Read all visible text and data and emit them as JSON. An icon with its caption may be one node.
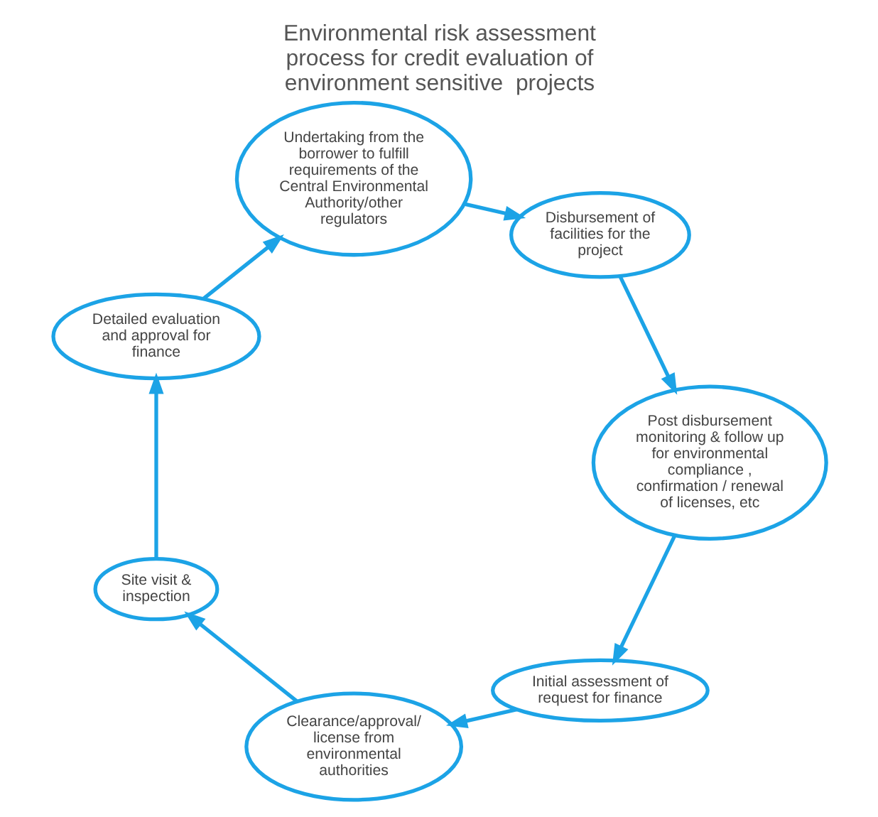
{
  "diagram": {
    "title": "Environmental risk assessment process for credit evaluation of environment sensitive  projects",
    "nodes": [
      {
        "text": [
          "Initial assessment of request for finance"
        ]
      },
      {
        "text": [
          "Clearance/approval/ license from environmental authorities"
        ]
      },
      {
        "text": [
          "Site visit & inspection"
        ]
      },
      {
        "text": [
          "Detailed evaluation and approval for finance"
        ]
      },
      {
        "text": [
          "Undertaking from the borrower to fulfill requirements of the Central Environmental Authority/other regulators"
        ]
      },
      {
        "text": [
          "Disbursement of facilities for the project"
        ]
      },
      {
        "text": [
          "Post disbursement monitoring & follow up for environmental compliance , confirmation / renewal of licenses, etc"
        ]
      }
    ],
    "edges": [
      {
        "from": 0,
        "to": 1,
        "arrow": "to"
      },
      {
        "from": 1,
        "to": 2,
        "arrow": "to"
      },
      {
        "from": 2,
        "to": 3,
        "arrow": "to"
      },
      {
        "from": 3,
        "to": 4,
        "arrow": "to"
      },
      {
        "from": 4,
        "to": 5,
        "arrow": "to"
      },
      {
        "from": 5,
        "to": 6,
        "arrow": "to"
      },
      {
        "from": 6,
        "to": 0,
        "arrow": "to"
      }
    ]
  }
}
